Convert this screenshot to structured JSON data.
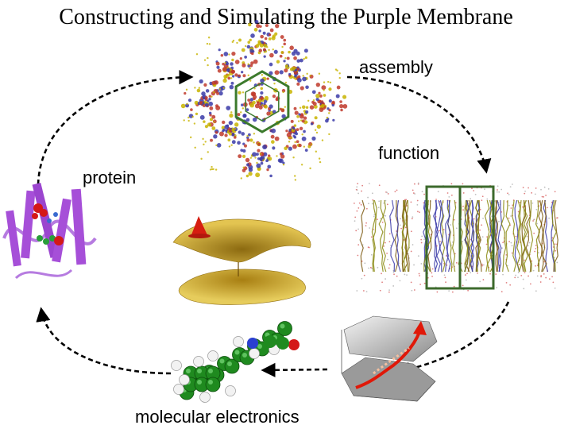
{
  "title": "Constructing and Simulating the Purple Membrane",
  "labels": {
    "assembly": "assembly",
    "function": "function",
    "protein": "protein",
    "molecular_electronics": "molecular electronics"
  },
  "colors": {
    "lattice_red": "#c0392b",
    "lattice_blue": "#3b3ba8",
    "lattice_yellow": "#c8b400",
    "lattice_green": "#3c7a2c",
    "protein_purple": "#a64fd8",
    "surface_gold": "#c9a224",
    "surface_red": "#d61d10",
    "molecule_green": "#1f8a1f",
    "membrane_frame": "#3c6a2c",
    "arrow": "#000000"
  },
  "icons": [
    "hexagonal-lattice-image",
    "protein-helix-image",
    "potential-surface-image",
    "membrane-slab-image",
    "retinal-molecule-image",
    "energy-surface-plot-image"
  ]
}
